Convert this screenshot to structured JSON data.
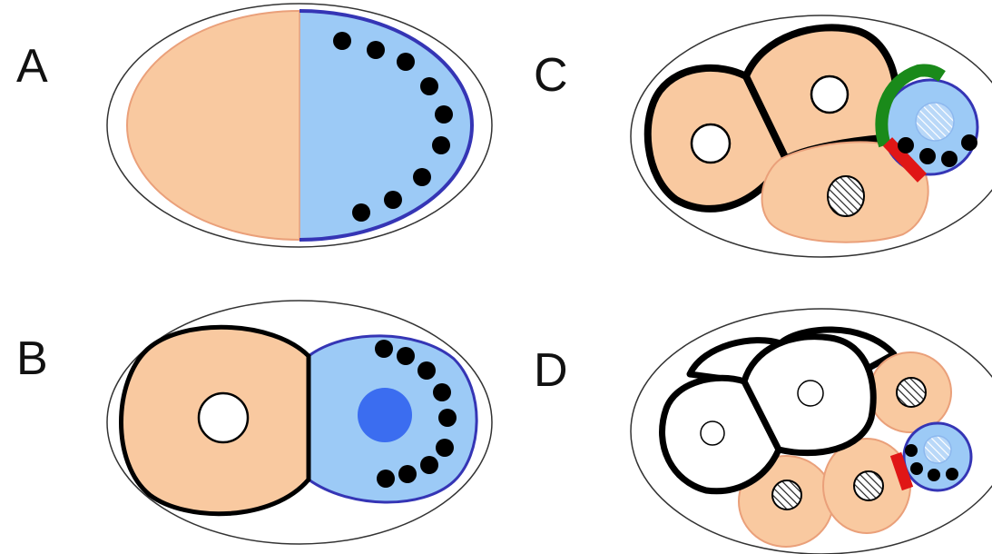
{
  "panels": [
    {
      "id": "A",
      "label": "A"
    },
    {
      "id": "B",
      "label": "B"
    },
    {
      "id": "C",
      "label": "C"
    },
    {
      "id": "D",
      "label": "D"
    }
  ],
  "colors": {
    "background": "#ffffff",
    "eggshell_stroke": "#333333",
    "somatic_fill": "#f9c9a0",
    "somatic_stroke": "#eaa07a",
    "germline_fill": "#9ccaf6",
    "germline_stroke": "#3535b5",
    "membrane": "#000000",
    "granule": "#000000",
    "nucleus_open_fill": "#ffffff",
    "nucleus_germline": "#3b6df0",
    "contact_red": "#e01616",
    "contact_green": "#1a8a1a",
    "hatch": "#222222"
  }
}
